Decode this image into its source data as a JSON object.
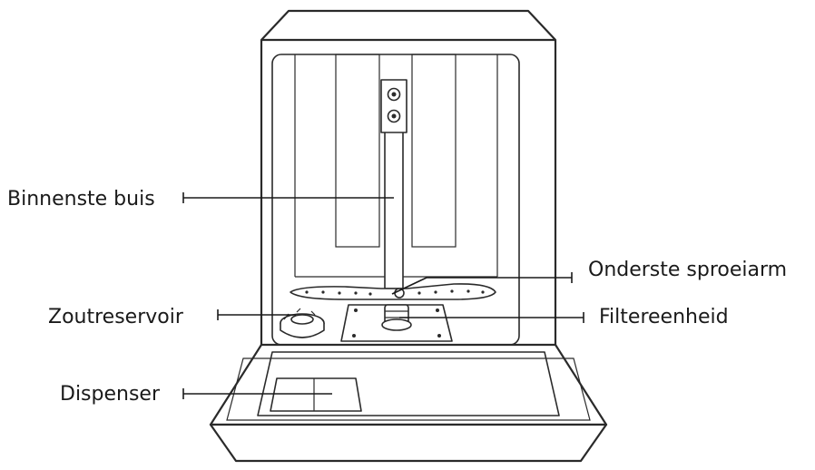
{
  "labels": {
    "inner_tube": "Binnenste buis",
    "lower_spray_arm": "Onderste sproeiarm",
    "salt_reservoir": "Zoutreservoir",
    "filter_unit": "Filtereenheid",
    "dispenser": "Dispenser"
  },
  "colors": {
    "line": "#2a2a2a",
    "text": "#1a1a1a",
    "background": "#ffffff"
  }
}
